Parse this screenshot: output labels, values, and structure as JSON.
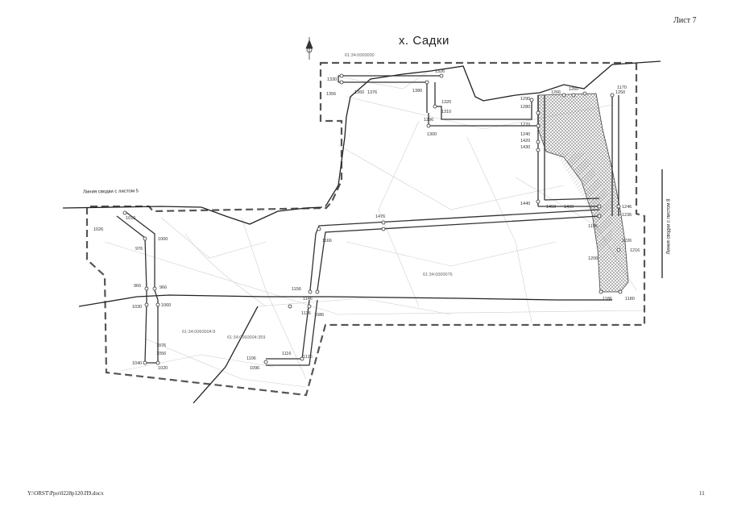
{
  "sheet_label": "Лист 7",
  "place_name": "х. Садки",
  "match_line_left": "Линия сводки с листом 5",
  "match_line_right": "Линия сводки с листом 8",
  "footer": {
    "file_path": "Y:\\ORST\\Ppo\\0228p120.П9.docx",
    "page_number": "11"
  },
  "parcel_labels": [
    "61:34:0000000",
    "61:34:0000076",
    "61:34:0060004:8",
    "61:34:0060004:359"
  ],
  "point_labels": {
    "top": [
      "1330",
      "1326",
      "1356",
      "1360",
      "1376",
      "1380",
      "1320",
      "1310",
      "1300",
      "1296"
    ],
    "right": [
      "1266",
      "1260",
      "1250",
      "1290",
      "1280",
      "1270",
      "1240",
      "1420",
      "1430",
      "1440",
      "1450",
      "1460",
      "1246",
      "1236",
      "1226",
      "1216",
      "1206",
      "1196",
      "1186",
      "1180",
      "1170"
    ],
    "center": [
      "1476",
      "1166",
      "1156",
      "1146",
      "1136",
      "1126",
      "1116",
      "1106",
      "1096",
      "1086"
    ],
    "left": [
      "1010",
      "1000",
      "976",
      "966",
      "966",
      "1030",
      "1040",
      "1056",
      "1060",
      "1076",
      "1026",
      "1020"
    ]
  },
  "colors": {
    "ink": "#222222",
    "boundary": "#555555",
    "corridor": "#333333",
    "hatch": "#9a9a9a",
    "pale": "#cfcfcf"
  }
}
